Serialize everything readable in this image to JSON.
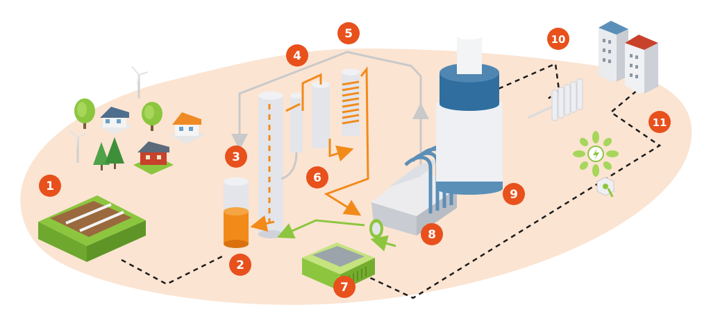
{
  "colors": {
    "ground": "#fbe4d2",
    "badge": "#e8501c",
    "pipe_orange": "#f28a1a",
    "pipe_green": "#8cc63f",
    "pipe_gray": "#c9c9c9",
    "steel": "#e3e5ea",
    "blue_band": "#5a8fb8",
    "dashed_line": "#1a1a1a"
  },
  "steps": [
    {
      "number": "1",
      "icon": "landfill-icon"
    },
    {
      "number": "2",
      "icon": "storage-tank-icon"
    },
    {
      "number": "3",
      "icon": "absorber-column-icon"
    },
    {
      "number": "4",
      "icon": "stripper-icon"
    },
    {
      "number": "5",
      "icon": "return-loop-icon"
    },
    {
      "number": "6",
      "icon": "heat-exchanger-icon"
    },
    {
      "number": "7",
      "icon": "engine-container-icon"
    },
    {
      "number": "8",
      "icon": "boiler-icon"
    },
    {
      "number": "9",
      "icon": "cooling-tower-icon"
    },
    {
      "number": "10",
      "icon": "radiator-icon"
    },
    {
      "number": "11",
      "icon": "power-outlet-icon"
    }
  ],
  "icons": {
    "community": "houses-trees-icon",
    "buildings": "apartment-buildings-icon",
    "sun": "sun-energy-icon",
    "plug": "plug-icon"
  }
}
